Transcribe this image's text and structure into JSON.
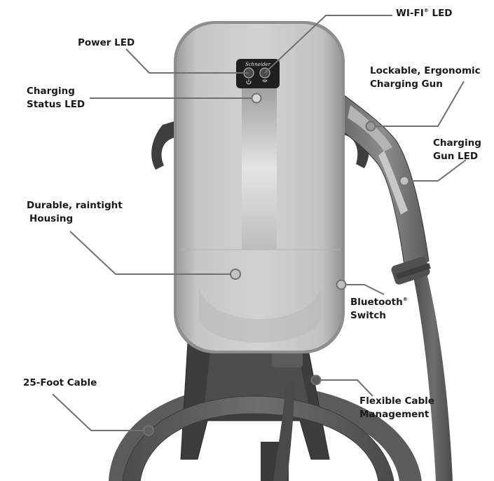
{
  "callouts": {
    "wifi_led": {
      "text": "WI-FI",
      "mark": "®",
      "suffix": " LED"
    },
    "power_led": {
      "line1": "Power LED"
    },
    "charging_gun": {
      "line1": "Lockable, Ergonomic",
      "line2": "Charging Gun"
    },
    "charging_status_led": {
      "line1": "Charging",
      "line2": "Status LED"
    },
    "charging_gun_led": {
      "line1": "Charging",
      "line2": "Gun LED"
    },
    "housing": {
      "line1": "Durable, raintight",
      "line2": "Housing"
    },
    "bluetooth_switch": {
      "text": "Bluetooth",
      "mark": "®",
      "line2": "Switch"
    },
    "cable_25ft": {
      "line1": "25-Foot Cable"
    },
    "cable_management": {
      "line1": "Flexible Cable",
      "line2": "Management"
    }
  },
  "colors": {
    "housing_light": "#c9c9c9",
    "housing_mid": "#a9a9a9",
    "dark_plastic": "#4a4a4a",
    "cable": "#5a5a5a",
    "leader_line": "#707070",
    "label_text": "#1a1a1a"
  },
  "icons": [
    "power-icon",
    "wifi-icon",
    "brand-logo"
  ]
}
